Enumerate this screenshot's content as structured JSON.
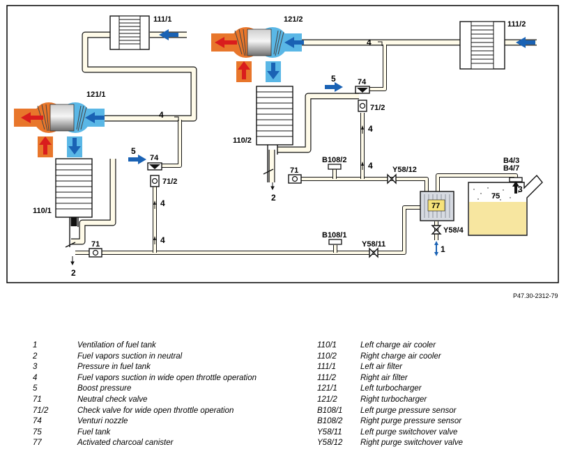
{
  "figure_code": "P47.30-2312-79",
  "labels": {
    "filter_left": "111/1",
    "filter_right": "111/2",
    "turbo_left": "121/1",
    "turbo_right": "121/2",
    "cooler_left": "110/1",
    "cooler_right": "110/2",
    "venturi": "74",
    "check_wot": "71/2",
    "check_neutral": "71",
    "sensor_left": "B108/1",
    "sensor_right": "B108/2",
    "valve_left": "Y58/11",
    "valve_right": "Y58/12",
    "valve_canister": "Y58/4",
    "canister": "77",
    "tank": "75",
    "tank_sensor_a": "B4/3",
    "tank_sensor_b": "B4/7",
    "n1": "1",
    "n2": "2",
    "n3": "3",
    "n4": "4",
    "n5": "5"
  },
  "legend": {
    "left": [
      {
        "code": "1",
        "text": "Ventilation of fuel tank"
      },
      {
        "code": "2",
        "text": "Fuel vapors suction in neutral"
      },
      {
        "code": "3",
        "text": "Pressure in fuel tank"
      },
      {
        "code": "4",
        "text": "Fuel vapors suction in wide open throttle operation"
      },
      {
        "code": "5",
        "text": "Boost pressure"
      },
      {
        "code": "71",
        "text": "Neutral check valve"
      },
      {
        "code": "71/2",
        "text": "Check valve for wide open throttle operation"
      },
      {
        "code": "74",
        "text": "Venturi nozzle"
      },
      {
        "code": "75",
        "text": "Fuel tank"
      },
      {
        "code": "77",
        "text": "Activated charcoal canister"
      }
    ],
    "right": [
      {
        "code": "110/1",
        "text": "Left charge air cooler"
      },
      {
        "code": "110/2",
        "text": "Right charge air cooler"
      },
      {
        "code": "111/1",
        "text": "Left air filter"
      },
      {
        "code": "111/2",
        "text": "Right air filter"
      },
      {
        "code": "121/1",
        "text": "Left turbocharger"
      },
      {
        "code": "121/2",
        "text": "Right turbocharger"
      },
      {
        "code": "B108/1",
        "text": "Left purge pressure sensor"
      },
      {
        "code": "B108/2",
        "text": "Right purge pressure sensor"
      },
      {
        "code": "Y58/11",
        "text": "Left purge switchover valve"
      },
      {
        "code": "Y58/12",
        "text": "Right purge switchover valve"
      }
    ]
  },
  "colors": {
    "hot_air": "#e8762b",
    "cold_air": "#5ab7e6",
    "arrow_red": "#d91d1d",
    "arrow_blue": "#1a62b4",
    "fuel": "#f7e6a0",
    "canister": "#f6e27a",
    "pipe_fill": "#fffbe9"
  }
}
